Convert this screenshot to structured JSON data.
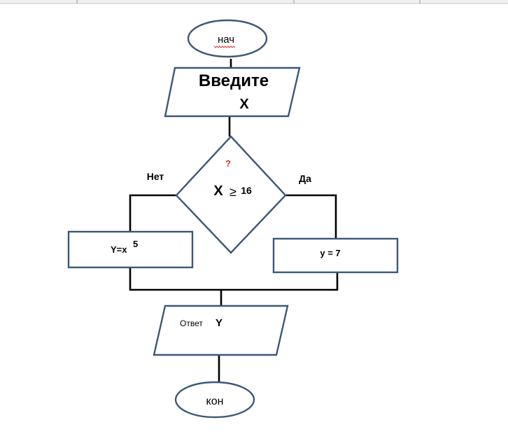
{
  "diagram": {
    "start_label": "нач",
    "input_label_line1": "Введите",
    "input_label_line2": "X",
    "decision_mark": "?",
    "decision_var": "X",
    "decision_op": "≥",
    "decision_value": "16",
    "branch_no_label": "Нет",
    "branch_yes_label": "Да",
    "no_action_base": "Y=x",
    "no_action_exponent": "5",
    "yes_action": "y = 7",
    "output_label": "Ответ",
    "output_var": "Y",
    "end_label": "кон"
  },
  "colors": {
    "shape_stroke": "#3c5878",
    "connector": "#000000",
    "question_mark": "#c0392b",
    "spell_underline": "#d23c3c"
  }
}
